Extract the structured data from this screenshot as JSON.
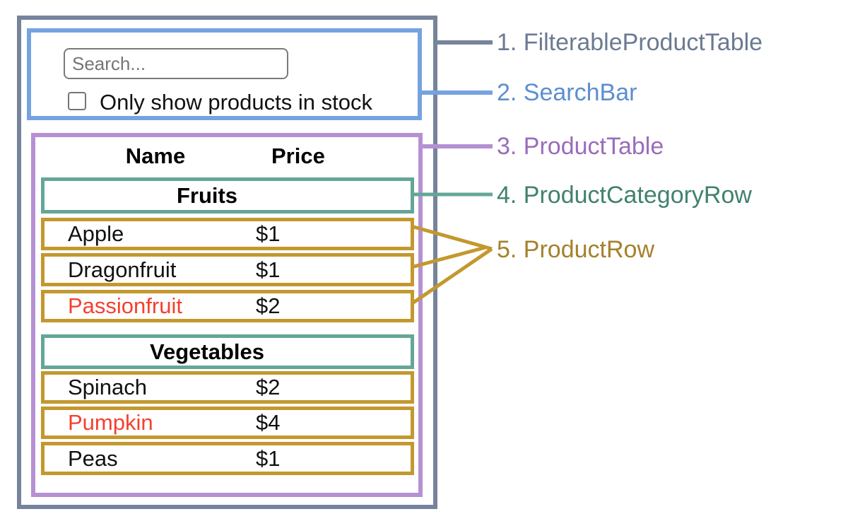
{
  "diagram": {
    "searchbar": {
      "placeholder": "Search...",
      "checkbox_label": "Only show products in stock",
      "checkbox_checked": false
    },
    "table": {
      "name_header": "Name",
      "price_header": "Price",
      "sections": [
        {
          "category": "Fruits",
          "products": [
            {
              "name": "Apple",
              "price": "$1",
              "stocked": true
            },
            {
              "name": "Dragonfruit",
              "price": "$1",
              "stocked": true
            },
            {
              "name": "Passionfruit",
              "price": "$2",
              "stocked": false
            }
          ]
        },
        {
          "category": "Vegetables",
          "products": [
            {
              "name": "Spinach",
              "price": "$2",
              "stocked": true
            },
            {
              "name": "Pumpkin",
              "price": "$4",
              "stocked": false
            },
            {
              "name": "Peas",
              "price": "$1",
              "stocked": true
            }
          ]
        }
      ]
    },
    "legend": [
      {
        "text": "1. FilterableProductTable",
        "color": "#6b7a91"
      },
      {
        "text": "2. SearchBar",
        "color": "#5c8ecf"
      },
      {
        "text": "3. ProductTable",
        "color": "#9a6cbb"
      },
      {
        "text": "4. ProductCategoryRow",
        "color": "#41816f"
      },
      {
        "text": "5. ProductRow",
        "color": "#a5812b"
      }
    ],
    "colors": {
      "filterable_product_table_border": "#76839b",
      "search_bar_border": "#76a2e0",
      "product_table_border": "#b591d3",
      "product_category_row_border": "#64a697",
      "product_row_border": "#c3982e",
      "out_of_stock_text": "#f5402e",
      "field_border": "#7a7a7a"
    }
  }
}
